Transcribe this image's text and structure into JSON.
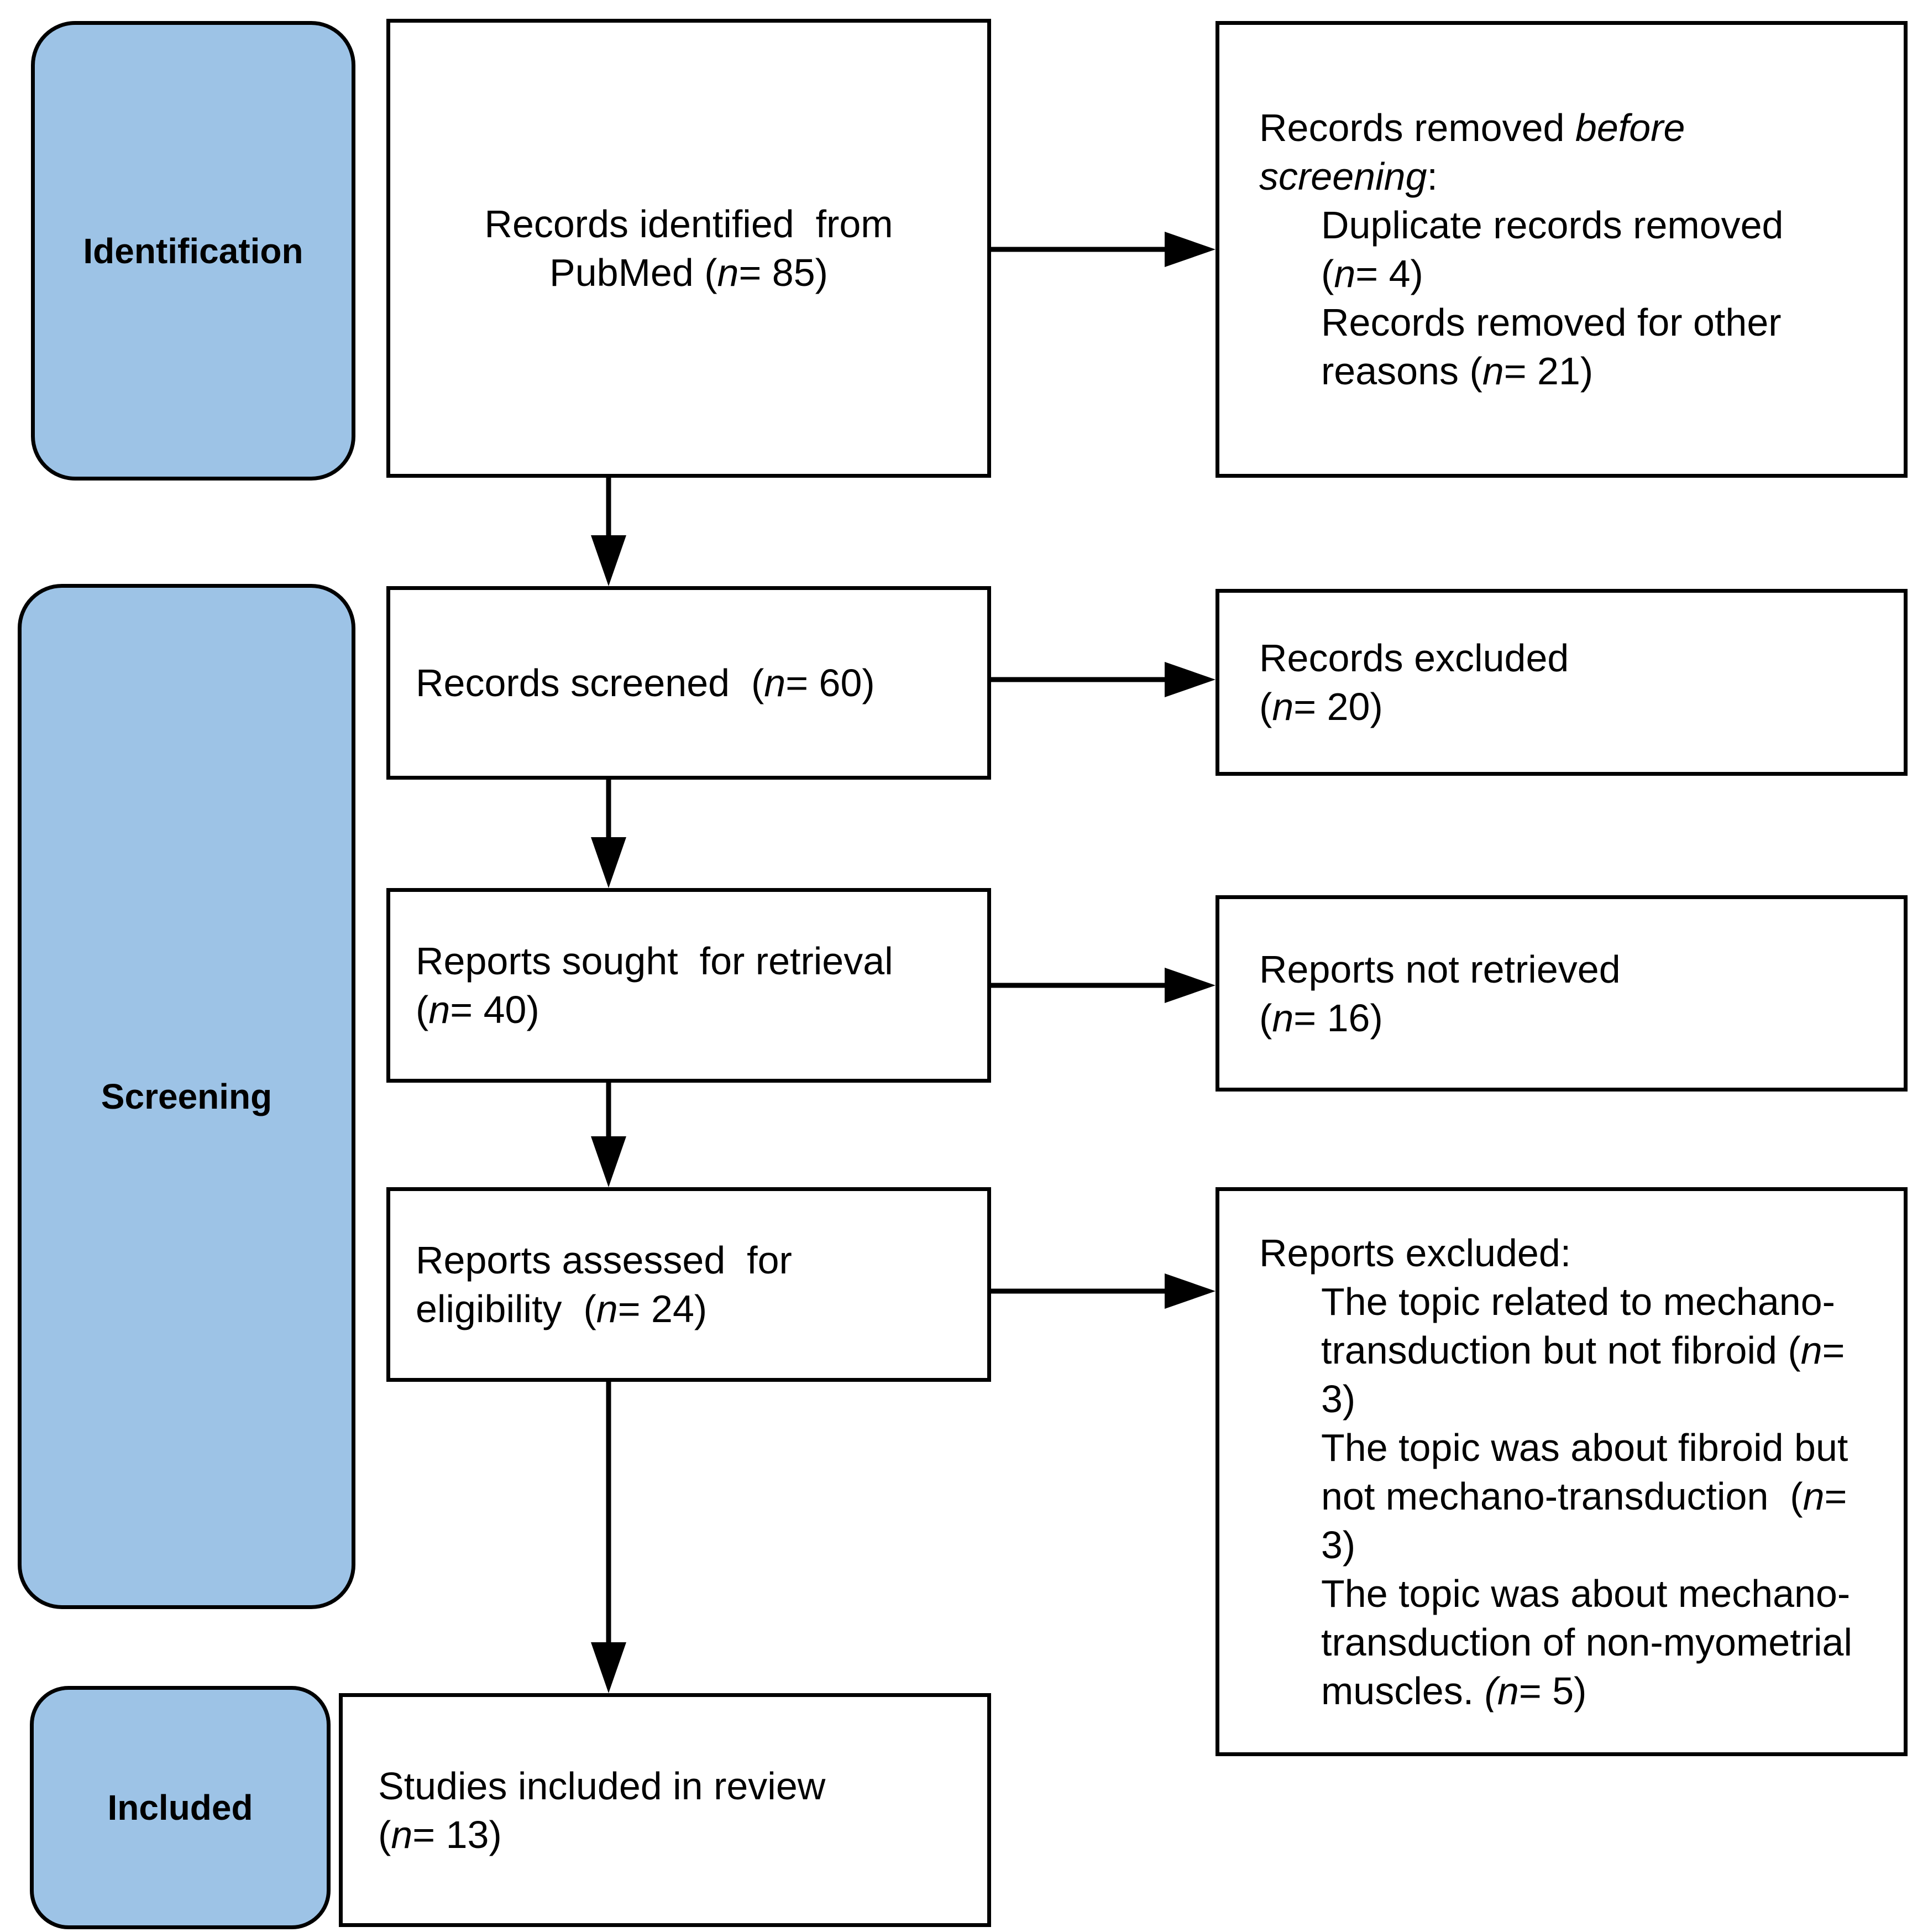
{
  "title": "PRISMA flow diagram of study selection",
  "colors": {
    "stage_fill": "#9DC3E6",
    "border": "#000000",
    "background": "#ffffff"
  },
  "stages": {
    "identification": "Identification",
    "screening": "Screening",
    "included": "Included"
  },
  "flow": {
    "identified": [
      {
        "seg": [
          {
            "t": "Records identified  from"
          }
        ]
      },
      {
        "seg": [
          {
            "t": "PubMed ("
          },
          {
            "t": "n",
            "i": true
          },
          {
            "t": "= 85)"
          }
        ]
      }
    ],
    "removed_before_screening": [
      {
        "seg": [
          {
            "t": "Records removed "
          },
          {
            "t": "before",
            "i": true
          }
        ]
      },
      {
        "seg": [
          {
            "t": "screening",
            "i": true
          },
          {
            "t": ":"
          }
        ]
      },
      {
        "ind": true,
        "seg": [
          {
            "t": "Duplicate records removed"
          }
        ]
      },
      {
        "ind": true,
        "seg": [
          {
            "t": "("
          },
          {
            "t": "n",
            "i": true
          },
          {
            "t": "= 4)"
          }
        ]
      },
      {
        "ind": true,
        "seg": [
          {
            "t": "Records removed for other"
          }
        ]
      },
      {
        "ind": true,
        "seg": [
          {
            "t": "reasons ("
          },
          {
            "t": "n",
            "i": true
          },
          {
            "t": "= 21)"
          }
        ]
      }
    ],
    "screened": [
      {
        "seg": [
          {
            "t": "Records screened  ("
          },
          {
            "t": "n",
            "i": true
          },
          {
            "t": "= 60)"
          }
        ]
      }
    ],
    "records_excluded": [
      {
        "seg": [
          {
            "t": "Records excluded"
          }
        ]
      },
      {
        "seg": [
          {
            "t": "("
          },
          {
            "t": "n",
            "i": true
          },
          {
            "t": "= 20)"
          }
        ]
      }
    ],
    "sought": [
      {
        "seg": [
          {
            "t": "Reports sought  for retrieval"
          }
        ]
      },
      {
        "seg": [
          {
            "t": "("
          },
          {
            "t": "n",
            "i": true
          },
          {
            "t": "= 40)"
          }
        ]
      }
    ],
    "not_retrieved": [
      {
        "seg": [
          {
            "t": "Reports not retrieved"
          }
        ]
      },
      {
        "seg": [
          {
            "t": "("
          },
          {
            "t": "n",
            "i": true
          },
          {
            "t": "= 16)"
          }
        ]
      }
    ],
    "assessed": [
      {
        "seg": [
          {
            "t": "Reports assessed  for"
          }
        ]
      },
      {
        "seg": [
          {
            "t": "eligibility  ("
          },
          {
            "t": "n",
            "i": true
          },
          {
            "t": "= 24)"
          }
        ]
      }
    ],
    "reports_excluded": [
      {
        "seg": [
          {
            "t": "Reports excluded:"
          }
        ]
      },
      {
        "ind": true,
        "seg": [
          {
            "t": "The topic related to mechano-"
          }
        ]
      },
      {
        "ind": true,
        "seg": [
          {
            "t": "transduction but not fibroid ("
          },
          {
            "t": "n",
            "i": true
          },
          {
            "t": "="
          }
        ]
      },
      {
        "ind": true,
        "seg": [
          {
            "t": "3)"
          }
        ]
      },
      {
        "ind": true,
        "seg": [
          {
            "t": "The topic was about fibroid but"
          }
        ]
      },
      {
        "ind": true,
        "seg": [
          {
            "t": "not mechano-transduction  ("
          },
          {
            "t": "n",
            "i": true
          },
          {
            "t": "="
          }
        ]
      },
      {
        "ind": true,
        "seg": [
          {
            "t": "3)"
          }
        ]
      },
      {
        "ind": true,
        "seg": [
          {
            "t": "The topic was about mechano-"
          }
        ]
      },
      {
        "ind": true,
        "seg": [
          {
            "t": "transduction of non-myometrial"
          }
        ]
      },
      {
        "ind": true,
        "seg": [
          {
            "t": "muscles. "
          },
          {
            "t": "(n",
            "i": true
          },
          {
            "t": "= 5)"
          }
        ]
      }
    ],
    "included_studies": [
      {
        "seg": [
          {
            "t": "Studies included in review"
          }
        ]
      },
      {
        "seg": [
          {
            "t": "("
          },
          {
            "t": "n",
            "i": true
          },
          {
            "t": "= 13)"
          }
        ]
      }
    ]
  }
}
